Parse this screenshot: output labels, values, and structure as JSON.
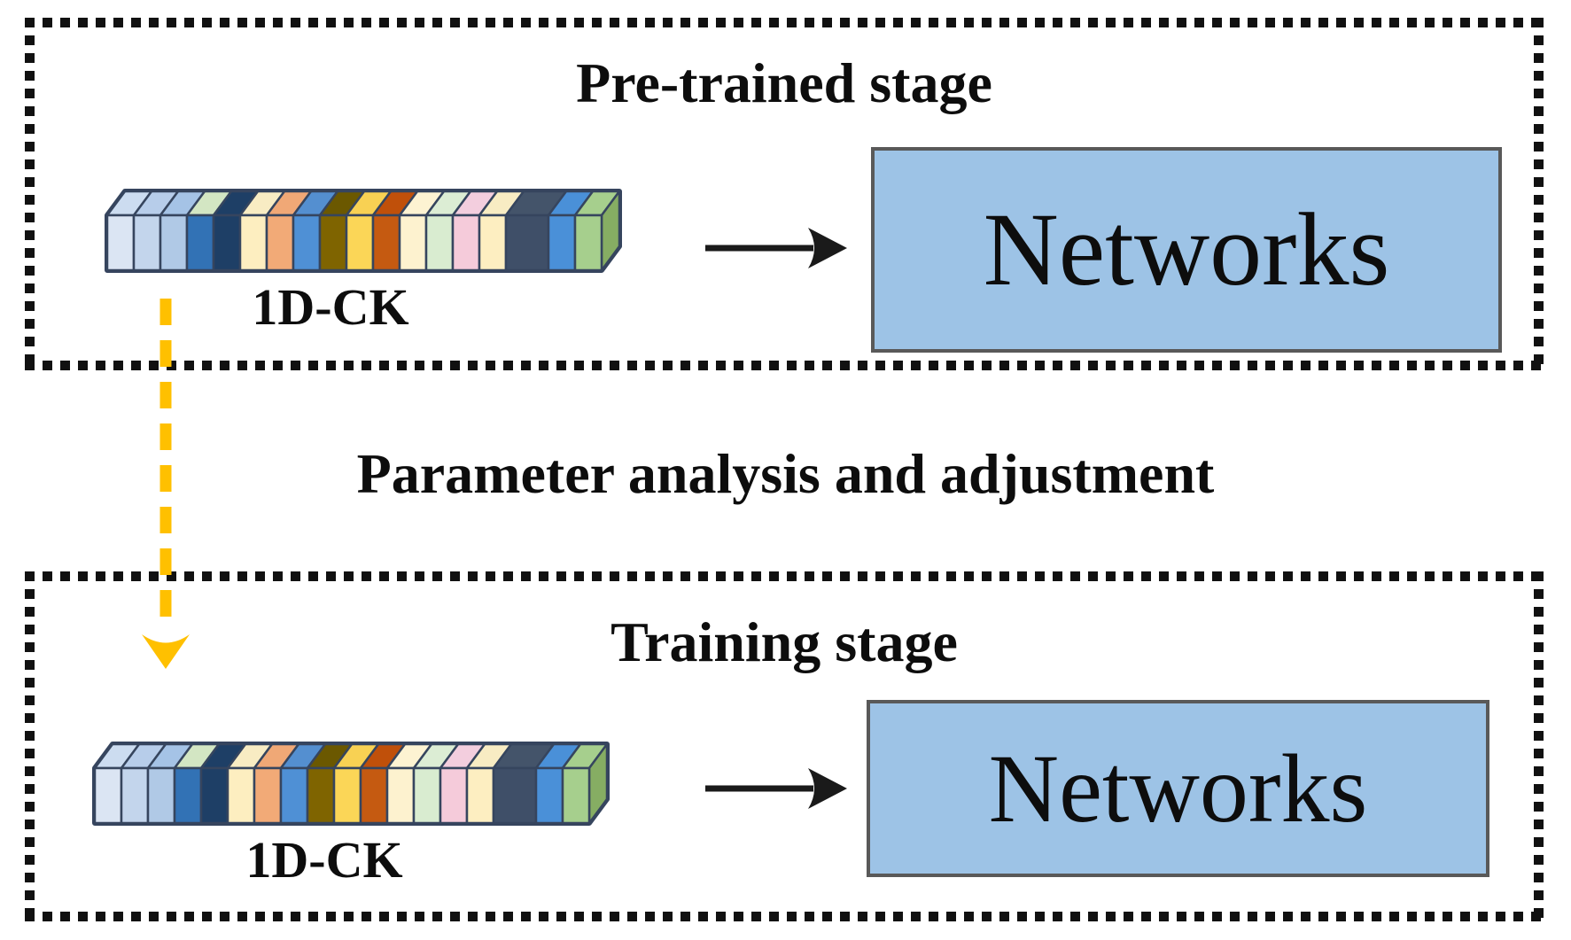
{
  "diagram": {
    "transition_label": "Parameter analysis and adjustment",
    "stages": {
      "pretrained": {
        "title": "Pre-trained stage",
        "kernel_label": "1D-CK",
        "network_label": "Networks"
      },
      "training": {
        "title": "Training stage",
        "kernel_label": "1D-CK",
        "network_label": "Networks"
      }
    },
    "colors": {
      "dashed_border": "#111111",
      "network_box_fill": "#9dc3e6",
      "network_box_border": "#595959",
      "flow_arrow": "#1a1a1a",
      "transfer_arrow": "#ffc000",
      "strip_backdrop": "#44546a",
      "strip_outline": "#36455e",
      "strip_right_side": "#86ad63"
    },
    "strip_blocks": {
      "description": "1D convolution kernel drawn as 3D bar of colored cells, left to right",
      "front": [
        "#dbe5f3",
        "#c3d5ec",
        "#b0c9e6",
        "#3272b5",
        "#1e3f66",
        "#fdeec0",
        "#f2aa77",
        "#4f90d5",
        "#7f6400",
        "#fbd657",
        "#c55a11",
        "#fdf2cf",
        "#d9ecd0",
        "#f5cbda",
        "#fdeec1",
        "#3f4f68",
        "#4a90d8",
        "#a6cf8d"
      ],
      "top": [
        "#ccdcf0",
        "#b7cdea",
        "#a5c3e6",
        "#d3e6c3",
        "#1e3f66",
        "#f8ecc3",
        "#f0a876",
        "#548fd0",
        "#6b5800",
        "#f8d153",
        "#c0500a",
        "#fdf3d2",
        "#dcedd4",
        "#f3cede",
        "#f8ecc3",
        "#44546a",
        "#4a90d8",
        "#a6cf8d"
      ],
      "widths": [
        1,
        1,
        1,
        1,
        1,
        1,
        1,
        1,
        1,
        1,
        1,
        1,
        1,
        1,
        1,
        1.6,
        1,
        1
      ]
    }
  }
}
